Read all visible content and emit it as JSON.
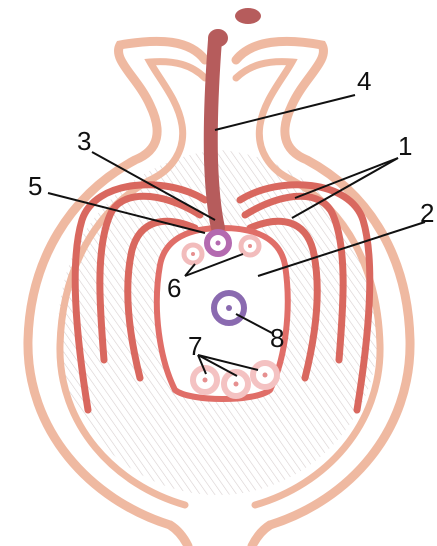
{
  "labels": {
    "n1": "1",
    "n2": "2",
    "n3": "3",
    "n4": "4",
    "n5": "5",
    "n6": "6",
    "n7": "7",
    "n8": "8"
  },
  "colors": {
    "integument_outer": "#efb9a1",
    "integument_inner": "#d9685f",
    "embryo_sac_wall": "#e06e68",
    "pollen_tube": "#b65c5c",
    "egg_cell": "#b46ab0",
    "synergid": "#f2bcbc",
    "central_nucleus": "#8a6ab0",
    "antipodal": "#f4c2c2",
    "hatch": "#d8d0d0",
    "label_line": "#111111"
  },
  "icons": {
    "pollen_tube": "tube-shape",
    "cells": "ring-circle"
  }
}
